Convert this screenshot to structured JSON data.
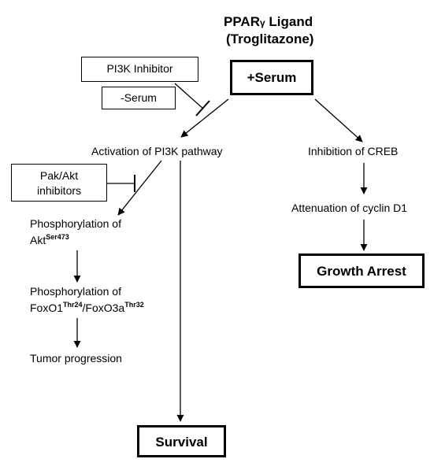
{
  "ligand": {
    "title_main": "PPAR",
    "title_greek": "γ",
    "title_rest": " Ligand",
    "subtitle": "(Troglitazone)"
  },
  "inhibitors": {
    "pi3k": "PI3K Inhibitor",
    "minus_serum": "-Serum",
    "pak_akt_line1": "Pak/Akt",
    "pak_akt_line2": "inhibitors"
  },
  "serum_box": "+Serum",
  "left_path": {
    "activation": "Activation of PI3K pathway",
    "phospho_akt_line1": "Phosphorylation of",
    "akt_base": "Akt",
    "akt_sup": "Ser473",
    "phospho_fox_line1": "Phosphorylation of",
    "foxo1_base": "FoxO1",
    "foxo1_sup": "Thr24",
    "foxo3_base": "/FoxO3a",
    "foxo3_sup": "Thr32",
    "tumor": "Tumor progression"
  },
  "survival": "Survival",
  "right_path": {
    "creb": "Inhibition of CREB",
    "cyclin": "Attenuation of cyclin D1",
    "growth_arrest": "Growth Arrest"
  }
}
